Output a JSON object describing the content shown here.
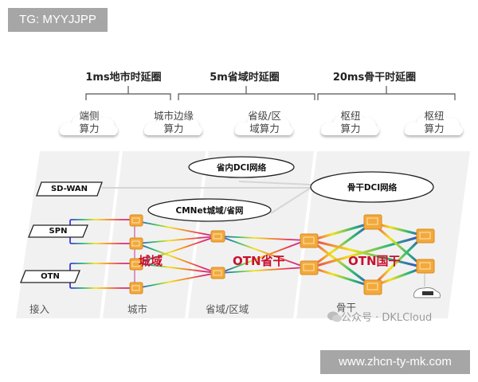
{
  "badges": {
    "top_left": "TG: MYYJJPP",
    "bottom_right": "www.zhcn-ty-mk.com"
  },
  "latency_zones": [
    {
      "label": "1ms地市时延圈"
    },
    {
      "label": "5m省域时延圈"
    },
    {
      "label": "20ms骨干时延圈"
    }
  ],
  "compute_clouds": [
    {
      "line1": "端侧",
      "line2": "算力"
    },
    {
      "line1": "城市边缘",
      "line2": "算力"
    },
    {
      "line1": "省级/区",
      "line2": "域算力"
    },
    {
      "line1": "枢纽",
      "line2": "算力"
    },
    {
      "line1": "枢纽",
      "line2": "算力"
    }
  ],
  "access_networks": [
    "SD-WAN",
    "SPN",
    "OTN"
  ],
  "overlay_networks": {
    "provincial_dci": "省内DCI网络",
    "backbone_dci": "骨干DCI网络",
    "cmnet": "CMNet城域/省网"
  },
  "network_domains": {
    "metro": "城域",
    "provincial_otn": "OTN省干",
    "national_otn": "OTN国干"
  },
  "bottom_layers": [
    "接入",
    "城市",
    "省域/区域",
    "骨干"
  ],
  "watermark": "公众号 · DKLCloud",
  "colors": {
    "domain_label": "#c8102e",
    "node": "#f2a93b",
    "band": "#f1f1f2",
    "badge": "#a6a6a6"
  }
}
